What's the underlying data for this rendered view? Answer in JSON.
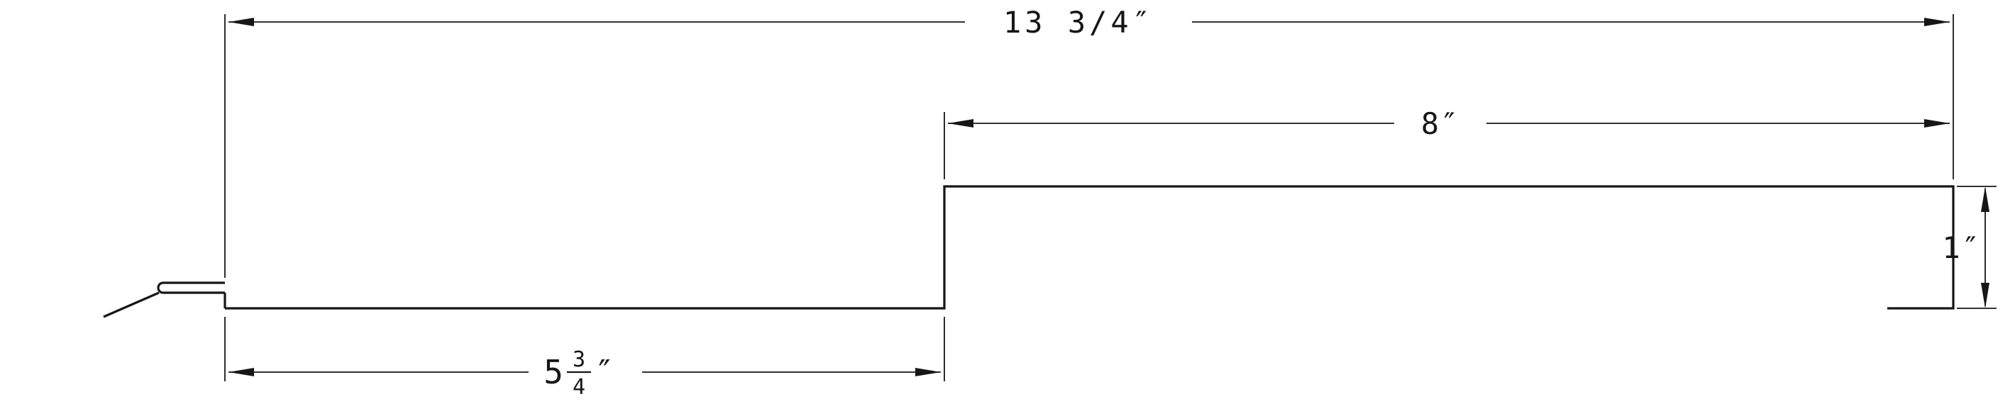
{
  "drawing": {
    "title": "panel-profile-section",
    "line_color": "#161616",
    "dimensions": {
      "overall_width": "13 3/4″",
      "top_flat": "8″",
      "right_height": "1″",
      "bottom_flat": {
        "whole": "5",
        "numerator": "3",
        "denominator": "4",
        "unit": "″"
      }
    }
  }
}
